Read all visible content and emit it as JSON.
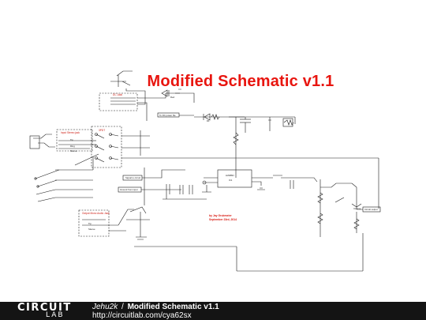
{
  "title": "Modified Schematic v1.1",
  "credit": {
    "author_line": "by Jay Grubmeier",
    "date_line": "September 23rd, 2014"
  },
  "labels": {
    "dc_jack": "DC Jack",
    "input_stereo_jack": "Input Stereo jack",
    "input_tip": "Tip",
    "input_ring": "Ring",
    "input_sleeve": "Sleeve",
    "output_mono_jack": "Output Mono Audio Jack",
    "output_tip": "Tip",
    "output_sleeve": "Sleeve",
    "bypass_switch": "3PDT",
    "dc_power_label": "To DC power file",
    "signal_in_label": "Signal to circuit",
    "ground_label": "Ground from input",
    "circuit_output_label": "Circuit output",
    "volume_label": "Volume",
    "chip": "LM386N",
    "chip_part": "IC1",
    "led_label": "Red",
    "diode_label": "D1"
  },
  "footer": {
    "logo_top": "CIRCUIT",
    "logo_bottom": "LAB",
    "author": "Jehu2k",
    "separator": "/",
    "project_title": "Modified Schematic v1.1",
    "url": "http://circuitlab.com/cya62sx"
  }
}
